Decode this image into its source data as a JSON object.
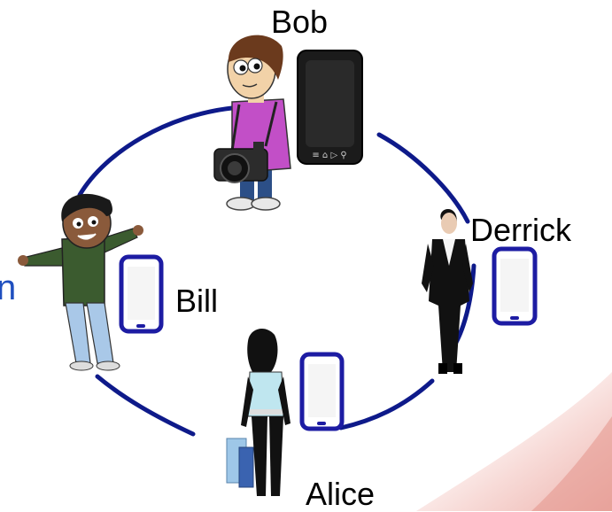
{
  "colors": {
    "ring": "#0e1a8a",
    "phone_outline": "#1d1ca3",
    "phone_dark": "#1b1b1b",
    "swoosh": "#f3c6c2",
    "partial_label": "#1f4fbf"
  },
  "participants": [
    {
      "id": "bob",
      "name": "Bob",
      "device": "dark-smartphone-icon"
    },
    {
      "id": "derrick",
      "name": "Derrick",
      "device": "smartphone-outline-icon"
    },
    {
      "id": "bill",
      "name": "Bill",
      "device": "smartphone-outline-icon"
    },
    {
      "id": "alice",
      "name": "Alice",
      "device": "smartphone-outline-icon"
    }
  ],
  "partial_left_label": "n",
  "phone_nav_glyphs": "≡ ⌂ ▷ ⚲"
}
